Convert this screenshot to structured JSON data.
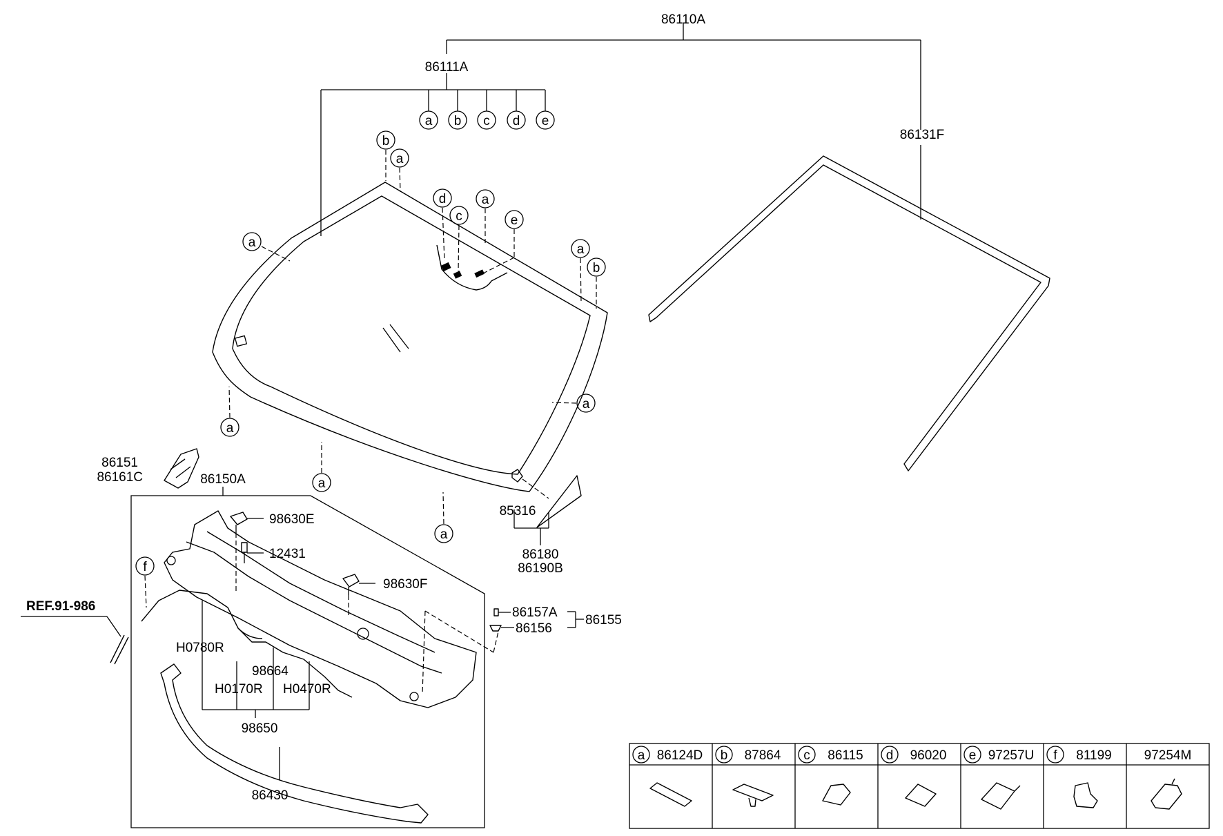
{
  "labels": {
    "l86110A": "86110A",
    "l86111A": "86111A",
    "l86131F": "86131F",
    "l86151": "86151",
    "l86161C": "86161C",
    "l86150A": "86150A",
    "l98630E": "98630E",
    "l12431": "12431",
    "l98630F": "98630F",
    "lREF": "REF.91-986",
    "l86157A": "86157A",
    "l86156": "86156",
    "l86155": "86155",
    "lH0780R": "H0780R",
    "l98664": "98664",
    "lH0170R": "H0170R",
    "lH0470R": "H0470R",
    "l98650": "98650",
    "l86430": "86430",
    "l85316": "85316",
    "l86180": "86180",
    "l86190B": "86190B"
  },
  "callout_letters": {
    "a": "a",
    "b": "b",
    "c": "c",
    "d": "d",
    "e": "e",
    "f": "f"
  },
  "legend": [
    {
      "letter": "a",
      "part": "86124D"
    },
    {
      "letter": "b",
      "part": "87864"
    },
    {
      "letter": "c",
      "part": "86115"
    },
    {
      "letter": "d",
      "part": "96020"
    },
    {
      "letter": "e",
      "part": "97257U"
    },
    {
      "letter": "f",
      "part": "81199"
    },
    {
      "letter": "",
      "part": "97254M"
    }
  ]
}
